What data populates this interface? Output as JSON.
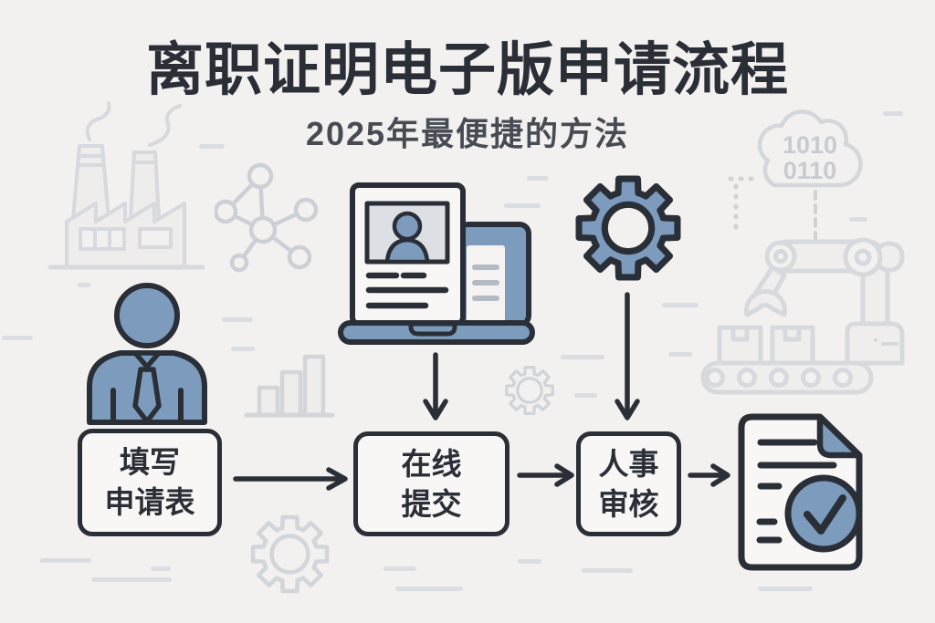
{
  "header": {
    "title": "离职证明电子版申请流程",
    "subtitle": "2025年最便捷的方法"
  },
  "flow": {
    "step1": {
      "label_line1": "填写",
      "label_line2": "申请表",
      "icon": "office-worker"
    },
    "step2": {
      "label_line1": "在线",
      "label_line2": "提交",
      "icon": "laptop-with-application-form"
    },
    "step3": {
      "label_line1": "人事",
      "label_line2": "审核",
      "icon": "gear"
    },
    "result": {
      "icon": "approved-document"
    }
  },
  "background_art": {
    "cloud_binary_line1": "1010",
    "cloud_binary_line2": "0110"
  },
  "colors": {
    "background": "#f2f1ef",
    "accent_blue": "#7d9bbc",
    "outline_dark": "#2a2f37",
    "faded_gray": "#d5d8dd"
  }
}
